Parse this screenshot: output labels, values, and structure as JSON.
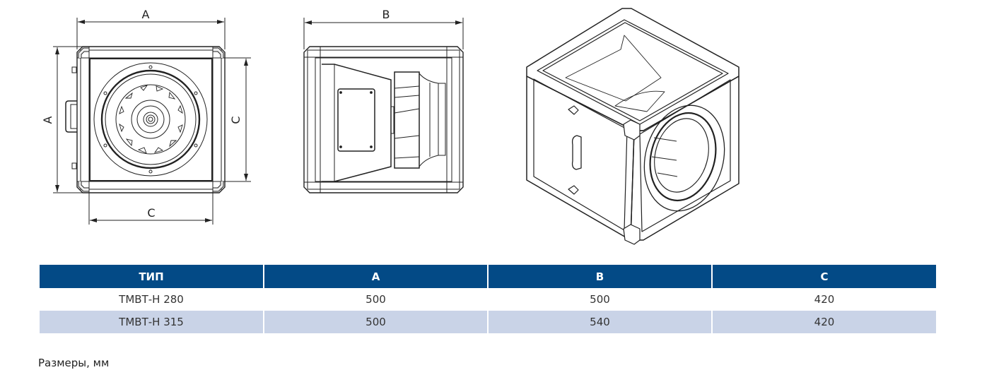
{
  "drawings": {
    "front_view": {
      "dim_top": "A",
      "dim_left": "A",
      "dim_right": "C",
      "dim_bottom": "C"
    },
    "side_view": {
      "dim_top": "B"
    },
    "iso_view": {}
  },
  "table": {
    "headers": [
      "ТИП",
      "A",
      "B",
      "C"
    ],
    "rows": [
      [
        "ТМВТ-Н 280",
        "500",
        "500",
        "420"
      ],
      [
        "ТМВТ-Н 315",
        "500",
        "540",
        "420"
      ]
    ],
    "colors": {
      "header_bg": "#034a86",
      "alt_row_bg": "#c9d3e7"
    }
  },
  "units_note": "Размеры, мм"
}
